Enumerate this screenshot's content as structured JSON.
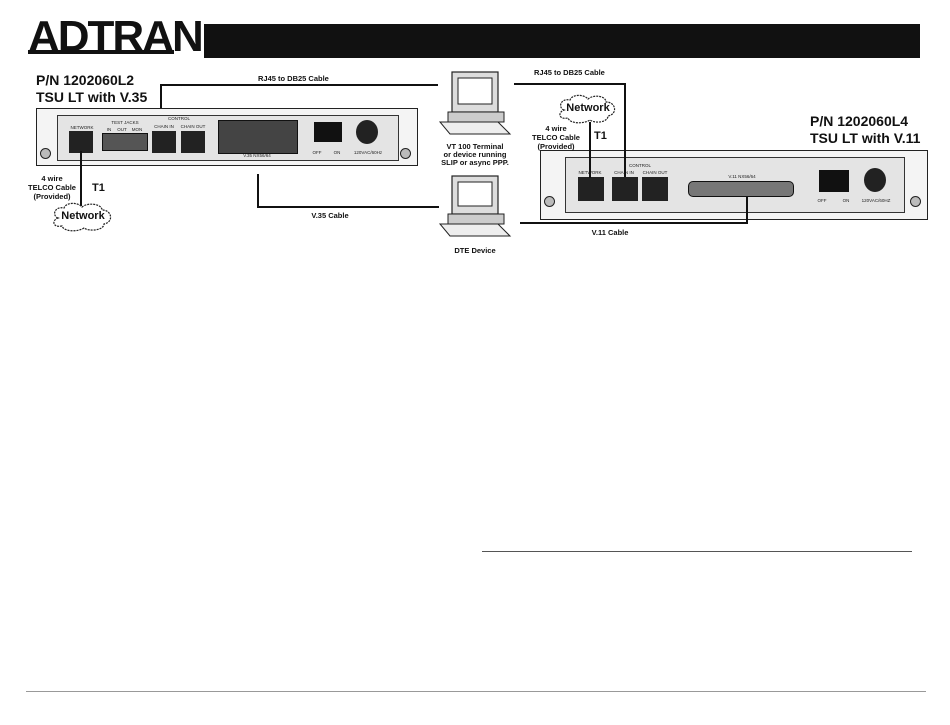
{
  "header": {
    "logo": "ADTRAN"
  },
  "left_unit": {
    "part_number": "P/N 1202060L2",
    "model": "TSU LT with V.35",
    "ports": {
      "network": "NETWORK",
      "test_jacks": "TEST JACKS",
      "test_in": "IN",
      "test_out": "OUT",
      "test_mon": "MON",
      "control": "CONTROL",
      "chain_in": "CHAIN IN",
      "chain_out": "CHAIN OUT",
      "v35": "V.35 NX56/64",
      "off": "OFF",
      "on": "ON",
      "power": "120VAC/60Hz"
    },
    "telco_cable": [
      "4 wire",
      "TELCO Cable",
      "(Provided)"
    ],
    "t1": "T1",
    "network_cloud": "Network"
  },
  "right_unit": {
    "part_number": "P/N 1202060L4",
    "model": "TSU LT with V.11",
    "ports": {
      "network": "NETWORK",
      "control": "CONTROL",
      "chain_in": "CHAIN IN",
      "chain_out": "CHAIN OUT",
      "v11": "V.11 NX56/64",
      "off": "OFF",
      "on": "ON",
      "power": "120VAC/60HZ"
    },
    "telco_cable": [
      "4 wire",
      "TELCO Cable",
      "(Provided)"
    ],
    "t1": "T1",
    "network_cloud": "Network"
  },
  "cables": {
    "rj45_left": "RJ45 to DB25 Cable",
    "rj45_right": "RJ45 to DB25 Cable",
    "v35": "V.35 Cable",
    "v11": "V.11 Cable"
  },
  "terminals": {
    "vt100": [
      "VT 100 Terminal",
      "or device running",
      "SLIP or async PPP."
    ],
    "dte": "DTE Device"
  }
}
